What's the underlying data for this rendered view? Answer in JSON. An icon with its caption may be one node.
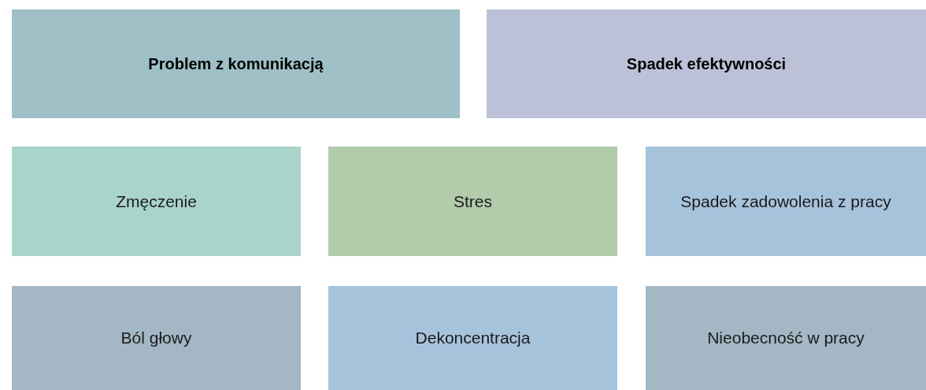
{
  "diagram": {
    "nodes": [
      {
        "text": [
          "Problem z komunikacją"
        ]
      },
      {
        "text": [
          "Spadek efektywności"
        ]
      },
      {
        "text": [
          "Zmęczenie"
        ]
      },
      {
        "text": [
          "Stres"
        ]
      },
      {
        "text": [
          "Spadek zadowolenia z pracy"
        ]
      },
      {
        "text": [
          "Ból głowy"
        ]
      },
      {
        "text": [
          "Dekoncentracja"
        ]
      },
      {
        "text": [
          "Nieobecność w pracy"
        ]
      }
    ]
  }
}
